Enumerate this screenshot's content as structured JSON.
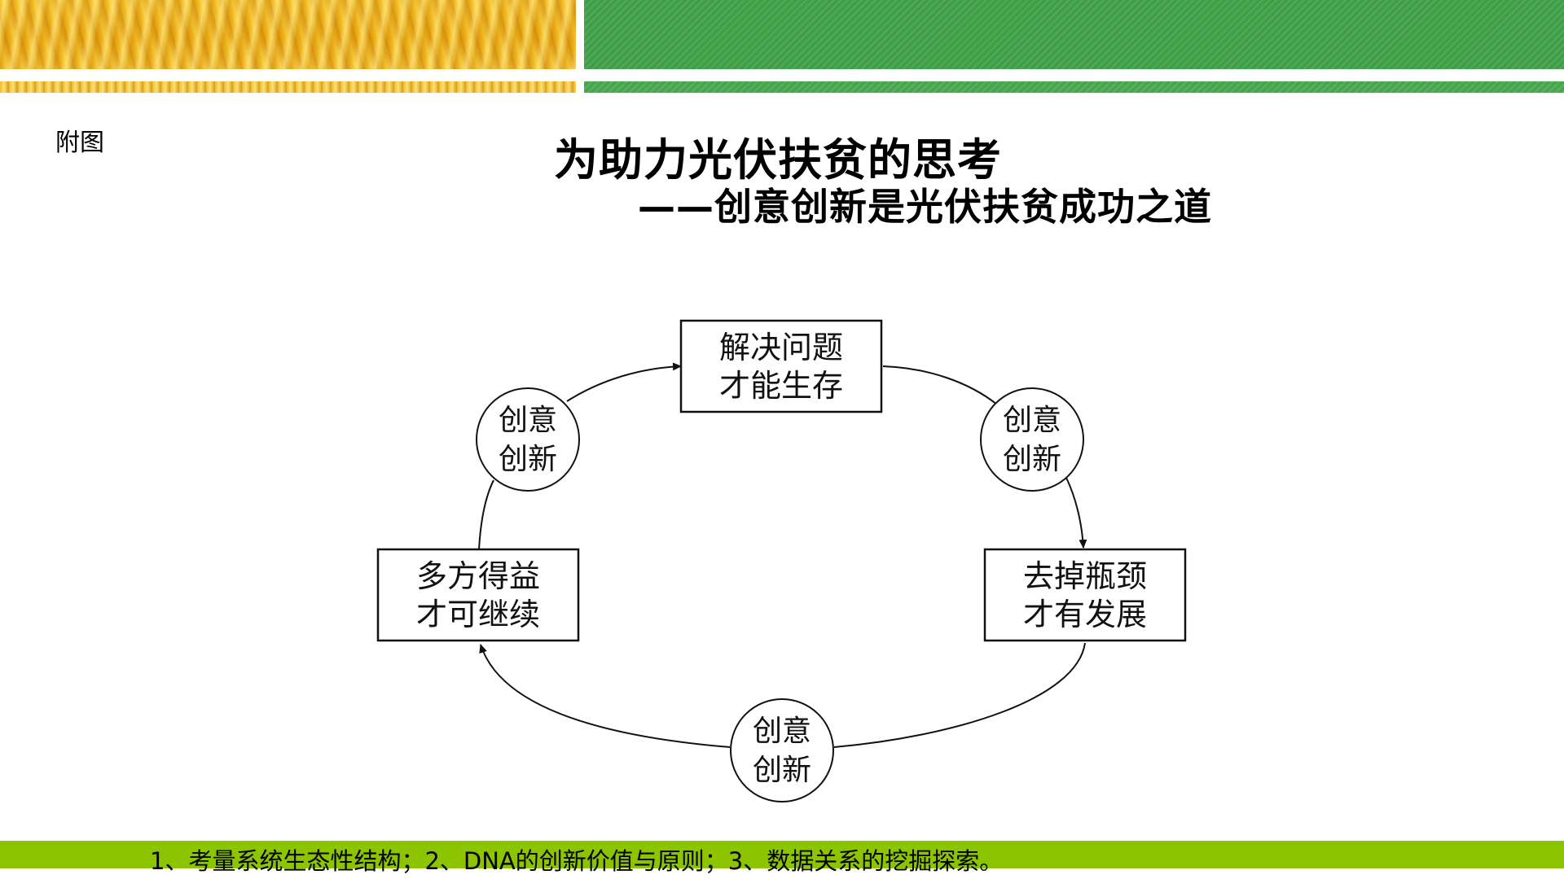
{
  "header": {
    "corner_label": "附图",
    "title": "为助力光伏扶贫的思考",
    "subtitle": "——创意创新是光伏扶贫成功之道"
  },
  "diagram": {
    "boxes": {
      "top": [
        "解决问题",
        "才能生存"
      ],
      "right": [
        "去掉瓶颈",
        "才有发展"
      ],
      "left": [
        "多方得益",
        "才可继续"
      ]
    },
    "circles": {
      "top_left": [
        "创意",
        "创新"
      ],
      "top_right": [
        "创意",
        "创新"
      ],
      "bottom": [
        "创意",
        "创新"
      ]
    }
  },
  "footer": {
    "text": "1、考量系统生态性结构；2、DNA的创新价值与原则；3、数据关系的挖掘探索。"
  },
  "colors": {
    "banner_green": "#3f9f47",
    "banner_wheat": "#e9a912",
    "footer_bar": "#8cc500"
  }
}
